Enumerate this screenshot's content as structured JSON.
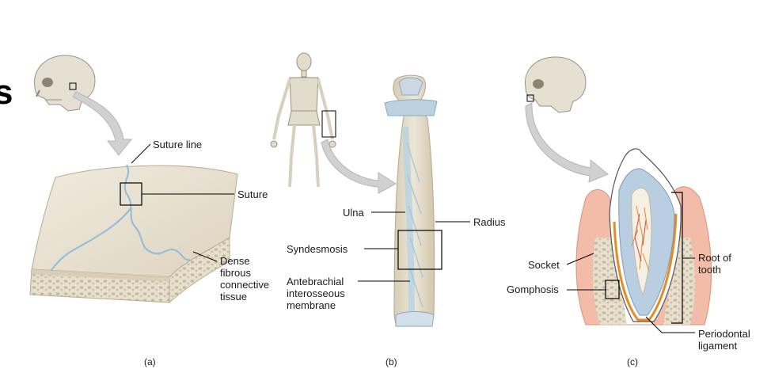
{
  "edge_fragments": {
    "left_glyph": "s"
  },
  "panel_a": {
    "caption": "(a)",
    "labels": {
      "suture_line": "Suture line",
      "suture": "Suture",
      "dense_line1": "Dense",
      "dense_line2": "fibrous",
      "dense_line3": "connective",
      "dense_line4": "tissue"
    }
  },
  "panel_b": {
    "caption": "(b)",
    "labels": {
      "ulna": "Ulna",
      "radius": "Radius",
      "syndesmosis": "Syndesmosis",
      "membrane_line1": "Antebrachial",
      "membrane_line2": "interosseous",
      "membrane_line3": "membrane"
    }
  },
  "panel_c": {
    "caption": "(c)",
    "labels": {
      "socket": "Socket",
      "gomphosis": "Gomphosis",
      "root_line1": "Root of",
      "root_line2": "tooth",
      "perio_line1": "Periodontal",
      "perio_line2": "ligament"
    }
  },
  "colors": {
    "bone": "#e3dccb",
    "bone_dark": "#c9bfa6",
    "suture_blue": "#9cc3db",
    "gum": "#f2b7a4",
    "enamel": "#ffffff",
    "pulp": "#f5efe6",
    "ligament": "#e98a22",
    "tooth_blue": "#b8cfe0",
    "arrow_gray": "#cfcfcf"
  }
}
